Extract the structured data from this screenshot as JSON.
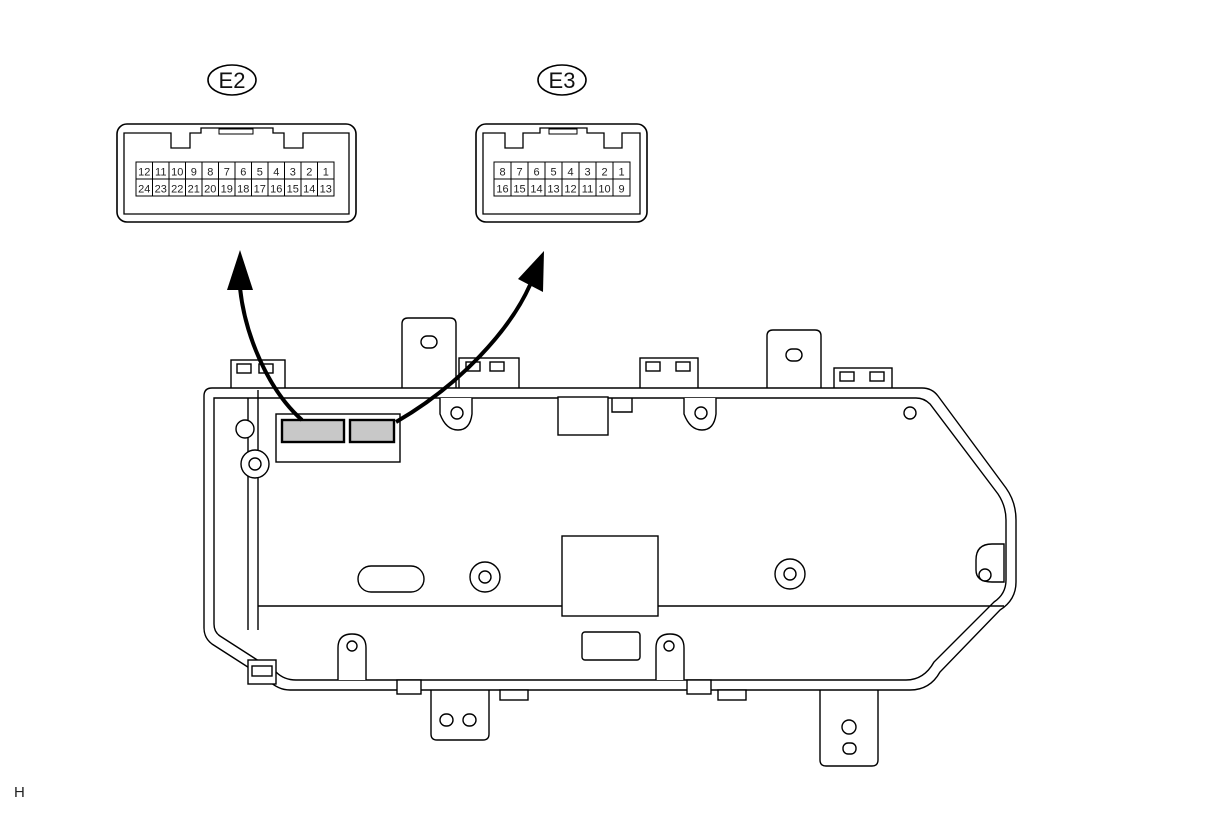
{
  "connectors": [
    {
      "label": "E2",
      "pins_top": [
        "12",
        "11",
        "10",
        "9",
        "8",
        "7",
        "6",
        "5",
        "4",
        "3",
        "2",
        "1"
      ],
      "pins_bottom": [
        "24",
        "23",
        "22",
        "21",
        "20",
        "19",
        "18",
        "17",
        "16",
        "15",
        "14",
        "13"
      ]
    },
    {
      "label": "E3",
      "pins_top": [
        "8",
        "7",
        "6",
        "5",
        "4",
        "3",
        "2",
        "1"
      ],
      "pins_bottom": [
        "16",
        "15",
        "14",
        "13",
        "12",
        "11",
        "10",
        "9"
      ]
    }
  ],
  "corner_label": "H"
}
